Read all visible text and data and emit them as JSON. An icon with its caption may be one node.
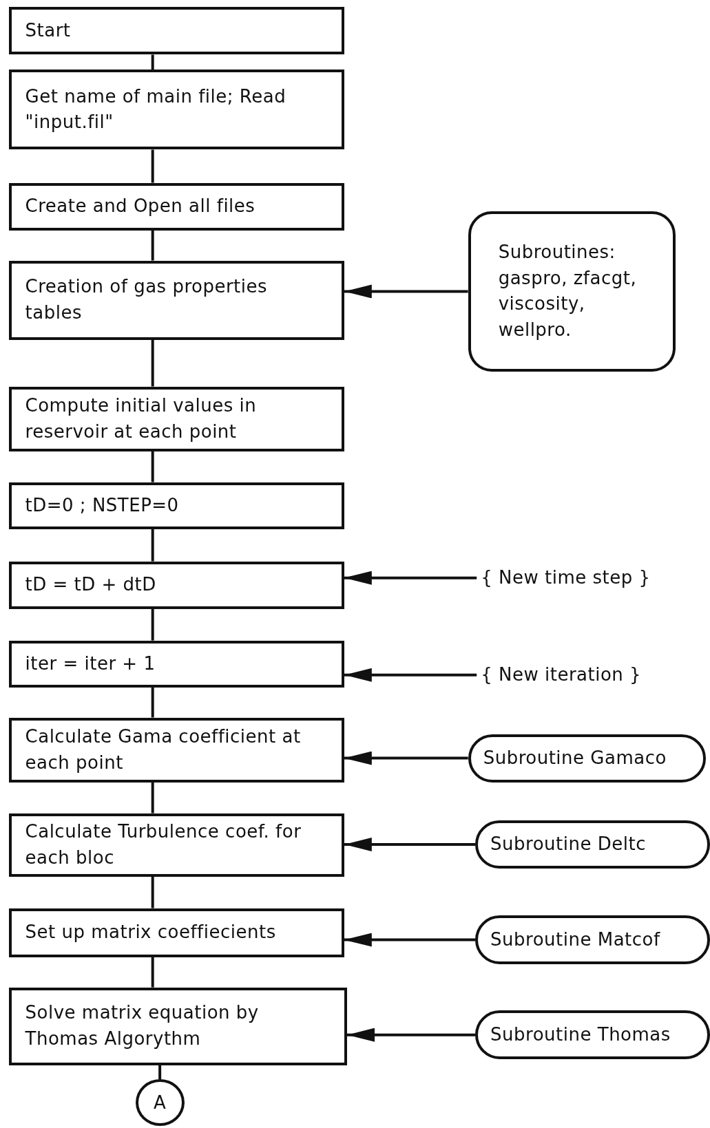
{
  "diagram": {
    "nodes": [
      {
        "text": [
          "Start"
        ]
      },
      {
        "text": [
          "Get name of main file; Read \"input.fil\""
        ]
      },
      {
        "text": [
          "Create and Open all files"
        ]
      },
      {
        "text": [
          "Creation of gas properties tables"
        ]
      },
      {
        "text": [
          "Subroutines: gaspro, zfacgt, viscosity, wellpro."
        ]
      },
      {
        "text": [
          "Compute initial values in reservoir at each point"
        ]
      },
      {
        "text": [
          "tD=0 ; NSTEP=0"
        ]
      },
      {
        "text": [
          "tD = tD + dtD"
        ]
      },
      {
        "text": [
          "{ New time step }"
        ]
      },
      {
        "text": [
          "iter = iter + 1"
        ]
      },
      {
        "text": [
          "{ New iteration }"
        ]
      },
      {
        "text": [
          "Calculate Gama coefficient at each point"
        ]
      },
      {
        "text": [
          "Subroutine Gamaco"
        ]
      },
      {
        "text": [
          "Calculate Turbulence coef. for each bloc"
        ]
      },
      {
        "text": [
          "Subroutine Deltc"
        ]
      },
      {
        "text": [
          "Set up matrix coeffiecients"
        ]
      },
      {
        "text": [
          "Subroutine Matcof"
        ]
      },
      {
        "text": [
          "Solve matrix equation by Thomas Algorythm"
        ]
      },
      {
        "text": [
          "Subroutine Thomas"
        ]
      },
      {
        "text": [
          "A"
        ]
      }
    ],
    "edges": [
      {
        "from": 0,
        "to": 1,
        "arrow": "none"
      },
      {
        "from": 1,
        "to": 2,
        "arrow": "none"
      },
      {
        "from": 2,
        "to": 3,
        "arrow": "none"
      },
      {
        "from": 4,
        "to": 3,
        "arrow": "to"
      },
      {
        "from": 3,
        "to": 5,
        "arrow": "none"
      },
      {
        "from": 5,
        "to": 6,
        "arrow": "none"
      },
      {
        "from": 6,
        "to": 7,
        "arrow": "none"
      },
      {
        "from": 8,
        "to": 7,
        "arrow": "to"
      },
      {
        "from": 7,
        "to": 9,
        "arrow": "none"
      },
      {
        "from": 10,
        "to": 9,
        "arrow": "to"
      },
      {
        "from": 9,
        "to": 11,
        "arrow": "none"
      },
      {
        "from": 12,
        "to": 11,
        "arrow": "to"
      },
      {
        "from": 11,
        "to": 13,
        "arrow": "none"
      },
      {
        "from": 14,
        "to": 13,
        "arrow": "to"
      },
      {
        "from": 13,
        "to": 15,
        "arrow": "none"
      },
      {
        "from": 16,
        "to": 15,
        "arrow": "to"
      },
      {
        "from": 15,
        "to": 17,
        "arrow": "none"
      },
      {
        "from": 18,
        "to": 17,
        "arrow": "to"
      },
      {
        "from": 17,
        "to": 19,
        "arrow": "none"
      }
    ]
  }
}
